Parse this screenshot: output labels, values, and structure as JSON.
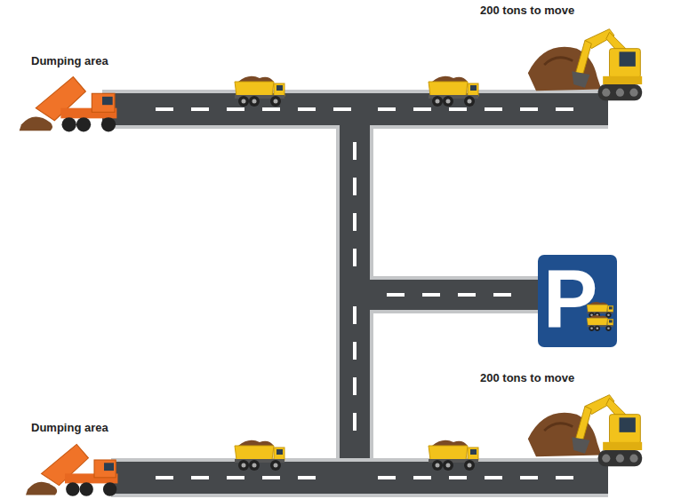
{
  "diagram": {
    "nodes": [
      {
        "text": [
          "P"
        ]
      }
    ],
    "labels": [
      "Dumping area",
      "200 tons to move",
      "Dumping area",
      "200 tons to move"
    ]
  }
}
